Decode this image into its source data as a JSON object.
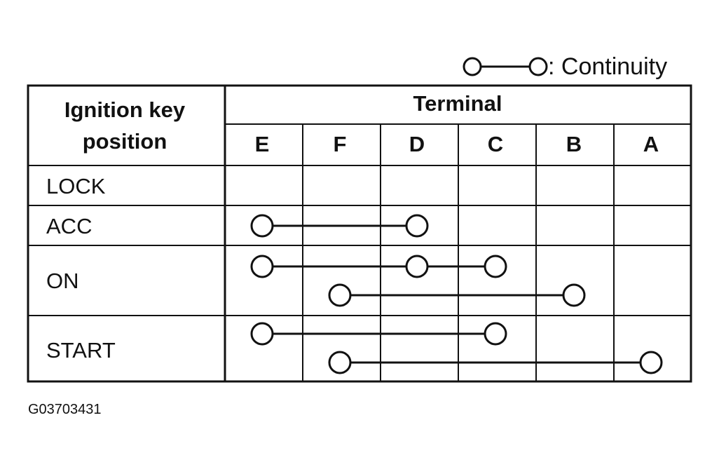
{
  "legend": {
    "text": ": Continuity"
  },
  "table": {
    "row_header": {
      "line1": "Ignition key",
      "line2": "position"
    },
    "terminal_header": "Terminal",
    "terminals": [
      "E",
      "F",
      "D",
      "C",
      "B",
      "A"
    ],
    "rows": [
      {
        "label": "LOCK",
        "connections": []
      },
      {
        "label": "ACC",
        "connections": [
          [
            "E",
            "D"
          ]
        ]
      },
      {
        "label": "ON",
        "connections": [
          [
            "E",
            "D",
            "C"
          ],
          [
            "F",
            "B"
          ]
        ]
      },
      {
        "label": "START",
        "connections": [
          [
            "E",
            "C"
          ],
          [
            "F",
            "A"
          ]
        ]
      }
    ]
  },
  "figure_id": "G03703431"
}
